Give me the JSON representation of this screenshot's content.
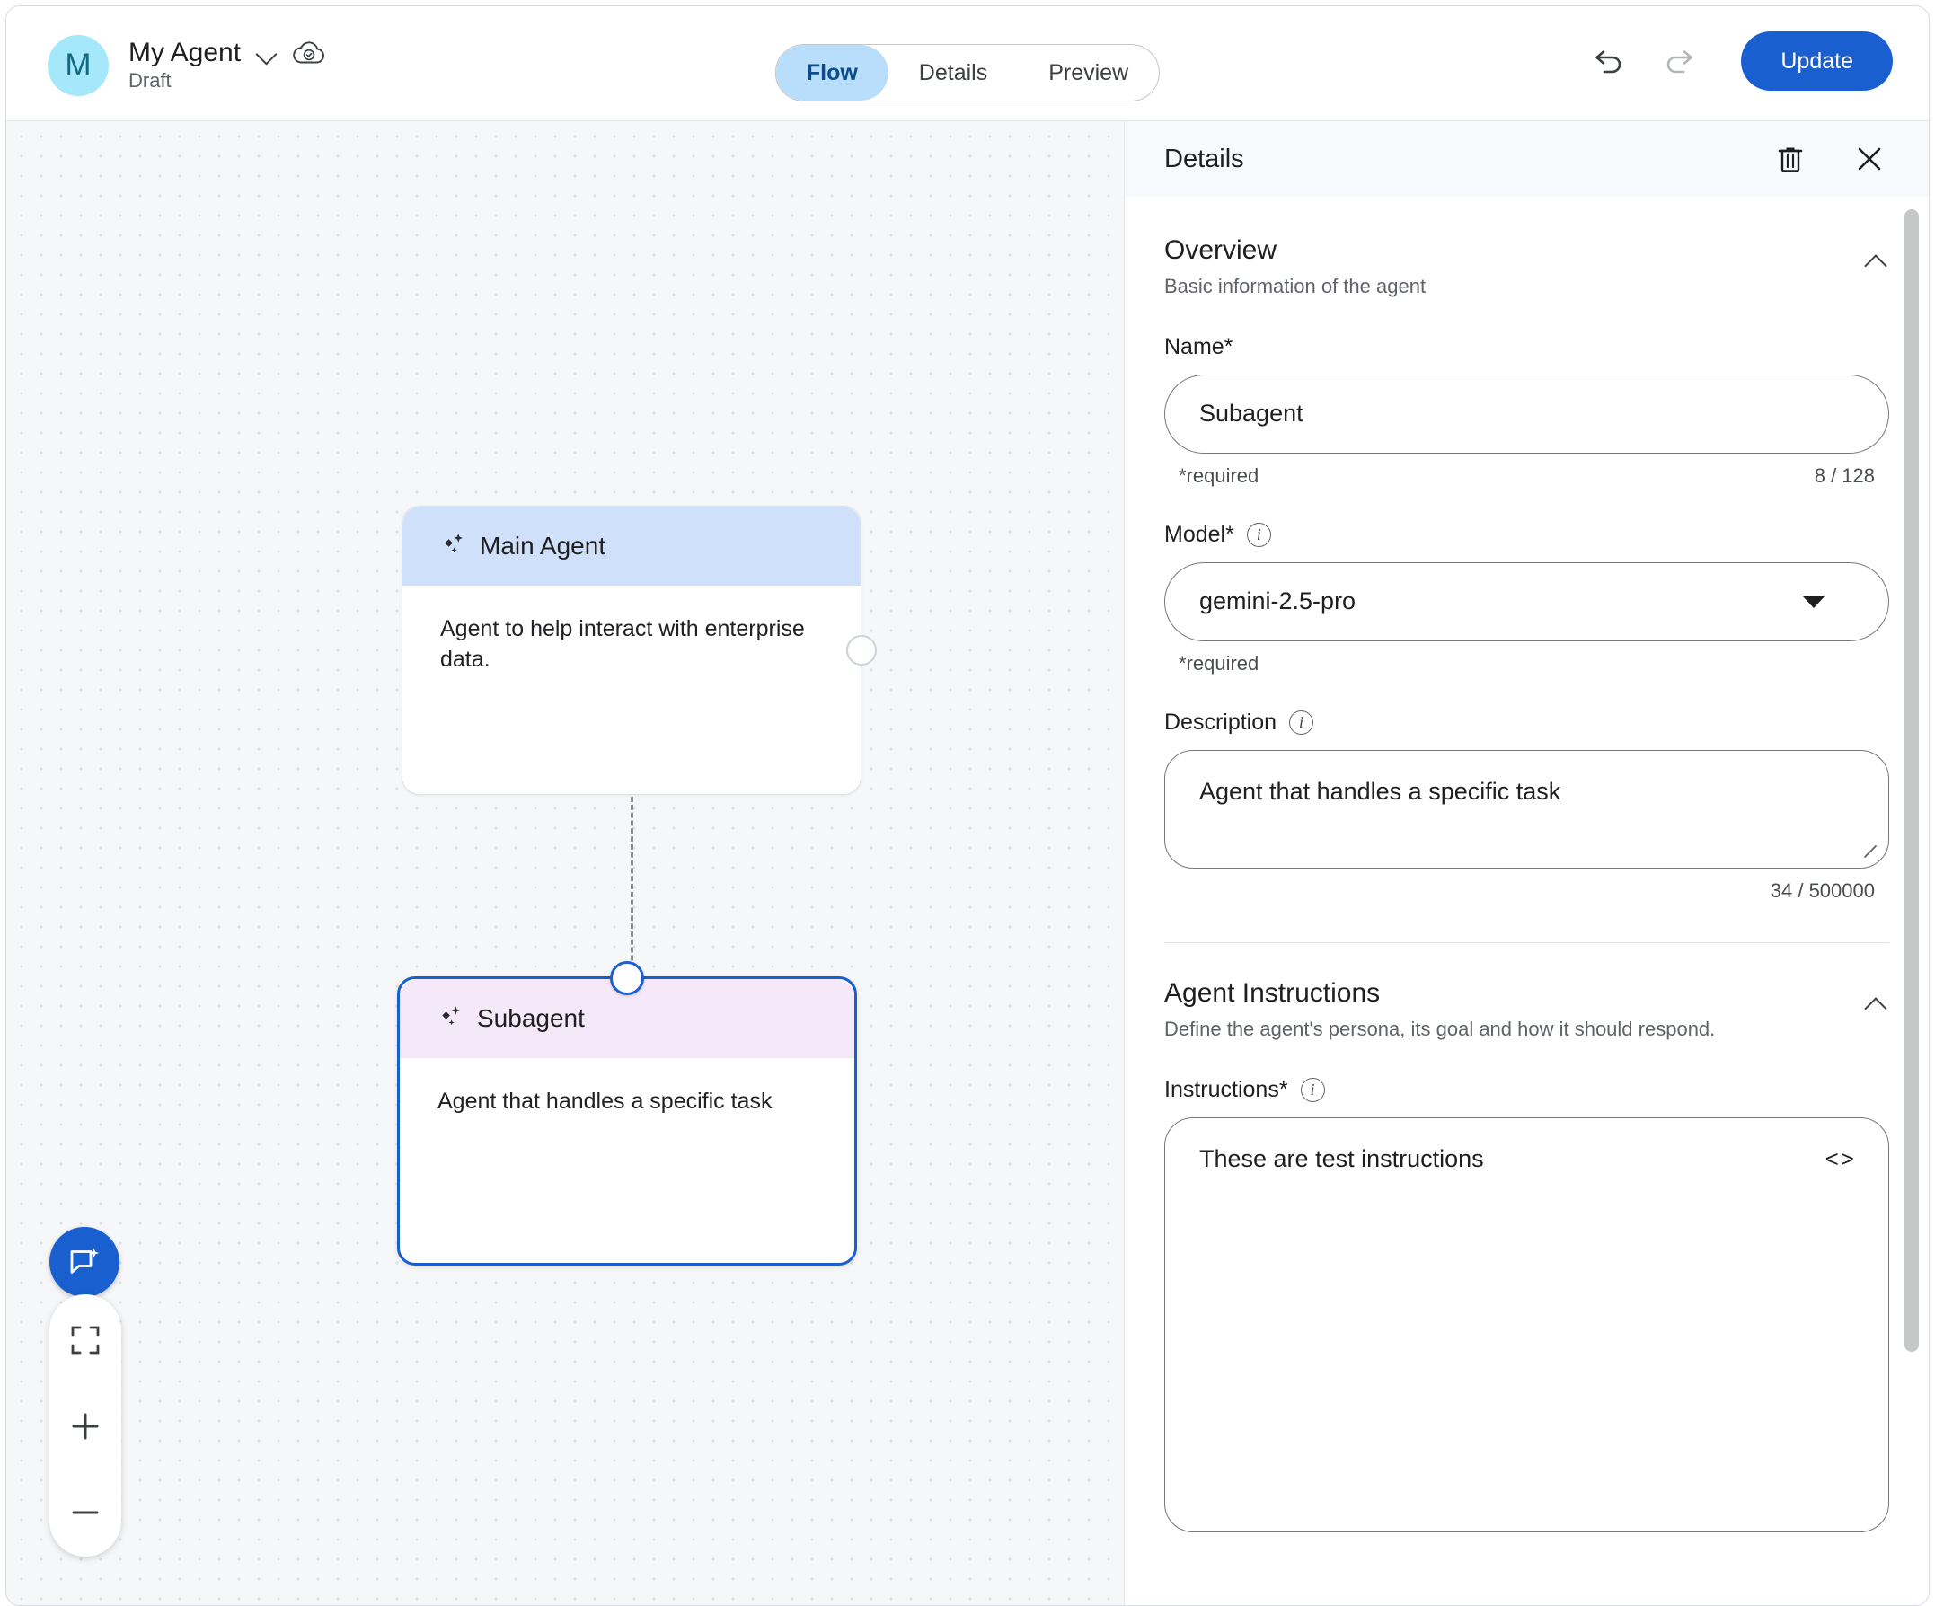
{
  "header": {
    "avatar_initial": "M",
    "agent_name": "My Agent",
    "status": "Draft",
    "name_dropdown_icon": "chevron-down-icon",
    "save_state_icon": "cloud-check-icon",
    "tabs": [
      {
        "label": "Flow",
        "active": true
      },
      {
        "label": "Details",
        "active": false
      },
      {
        "label": "Preview",
        "active": false
      }
    ],
    "undo_icon": "undo-icon",
    "redo_icon": "redo-icon",
    "update_label": "Update"
  },
  "canvas": {
    "assist_fab_icon": "chat-sparkle-icon",
    "zoom_controls": {
      "fit_icon": "fit-to-screen-icon",
      "zoom_in_label": "+",
      "zoom_out_label": "−"
    },
    "nodes": [
      {
        "id": "main-agent",
        "title": "Main Agent",
        "description": "Agent to help interact with enterprise data.",
        "icon": "sparkle-icon",
        "selected": false,
        "header_color": "#cfe0fb"
      },
      {
        "id": "subagent",
        "title": "Subagent",
        "description": "Agent that handles a specific task",
        "icon": "sparkle-icon",
        "selected": true,
        "header_color": "#f5e9f9",
        "selected_border_color": "#1a5fd0"
      }
    ]
  },
  "details_panel": {
    "title": "Details",
    "delete_icon": "trash-icon",
    "close_icon": "close-icon",
    "overview": {
      "title": "Overview",
      "subtitle": "Basic information of the agent",
      "collapse_icon": "chevron-up-icon",
      "name": {
        "label": "Name*",
        "value": "Subagent",
        "required_hint": "*required",
        "counter": "8 / 128"
      },
      "model": {
        "label": "Model*",
        "info_icon": "info-icon",
        "value": "gemini-2.5-pro",
        "required_hint": "*required",
        "dropdown_icon": "caret-down-icon"
      },
      "description": {
        "label": "Description",
        "info_icon": "info-icon",
        "value": "Agent that handles a specific task",
        "counter": "34 / 500000"
      }
    },
    "agent_instructions": {
      "title": "Agent Instructions",
      "subtitle": "Define the agent's persona, its goal and how it should respond.",
      "collapse_icon": "chevron-up-icon",
      "instructions": {
        "label": "Instructions*",
        "info_icon": "info-icon",
        "value": "These are test instructions",
        "code_toggle_icon": "code-brackets-icon"
      }
    }
  },
  "colors": {
    "accent_blue": "#1a5fd0",
    "tab_active_bg": "#b9defc",
    "tab_active_text": "#0b4c8c",
    "avatar_bg": "#a5e8fb",
    "avatar_text": "#14697e",
    "canvas_bg": "#f6f7f9",
    "canvas_dot": "#dddfe2",
    "main_node_header": "#cfe0fb",
    "sub_node_header": "#f5e9f9"
  }
}
